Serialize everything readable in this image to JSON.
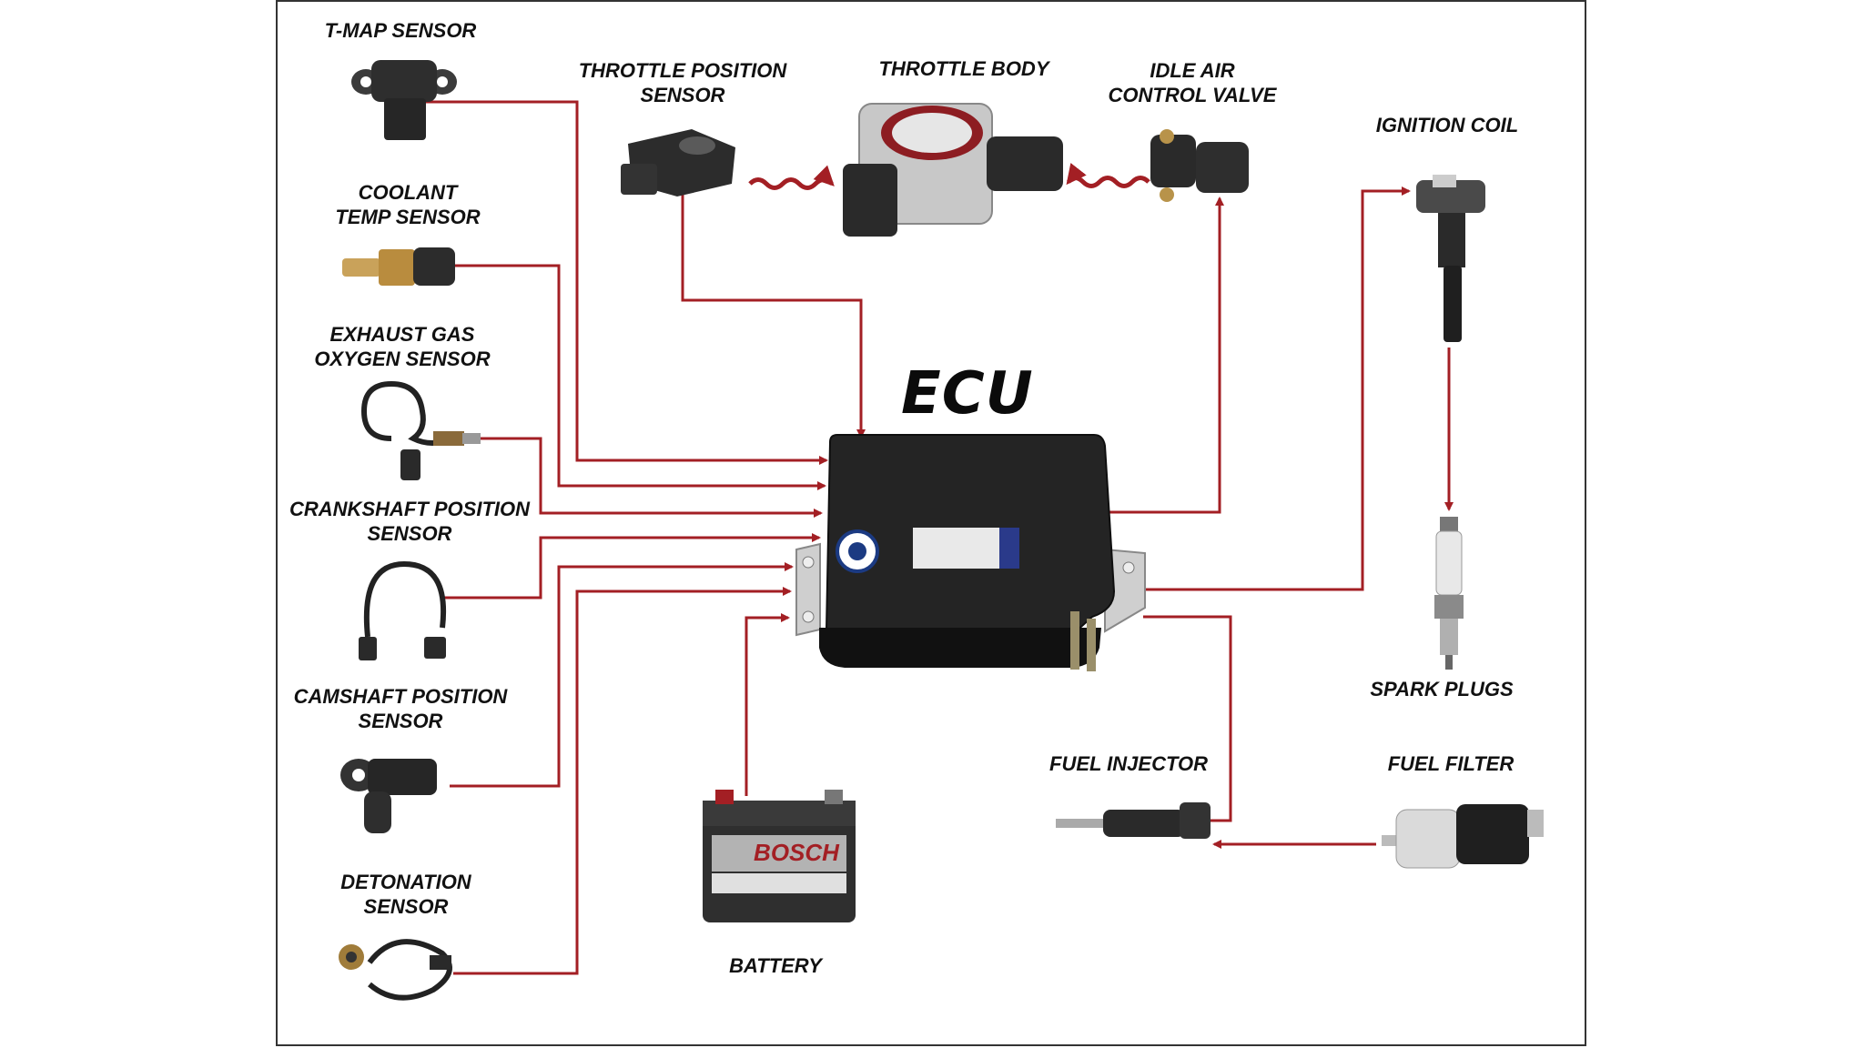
{
  "ecu": {
    "title": "ECU"
  },
  "labels": {
    "tmap": "T-MAP SENSOR",
    "coolant": "COOLANT\nTEMP SENSOR",
    "exhaust": "EXHAUST GAS\nOXYGEN SENSOR",
    "crankshaft": "CRANKSHAFT POSITION\nSENSOR",
    "camshaft": "CAMSHAFT POSITION\nSENSOR",
    "detonation": "DETONATION\nSENSOR",
    "throttle_position": "THROTTLE POSITION\nSENSOR",
    "throttle_body": "THROTTLE BODY",
    "idle_air": "IDLE AIR\nCONTROL VALVE",
    "ignition_coil": "IGNITION COIL",
    "spark_plugs": "SPARK PLUGS",
    "fuel_injector": "FUEL INJECTOR",
    "fuel_filter": "FUEL FILTER",
    "battery": "BATTERY"
  },
  "battery_brand": "BOSCH",
  "colors": {
    "wire": "#a31f24",
    "ink": "#111111",
    "component": "#2b2b2b"
  }
}
